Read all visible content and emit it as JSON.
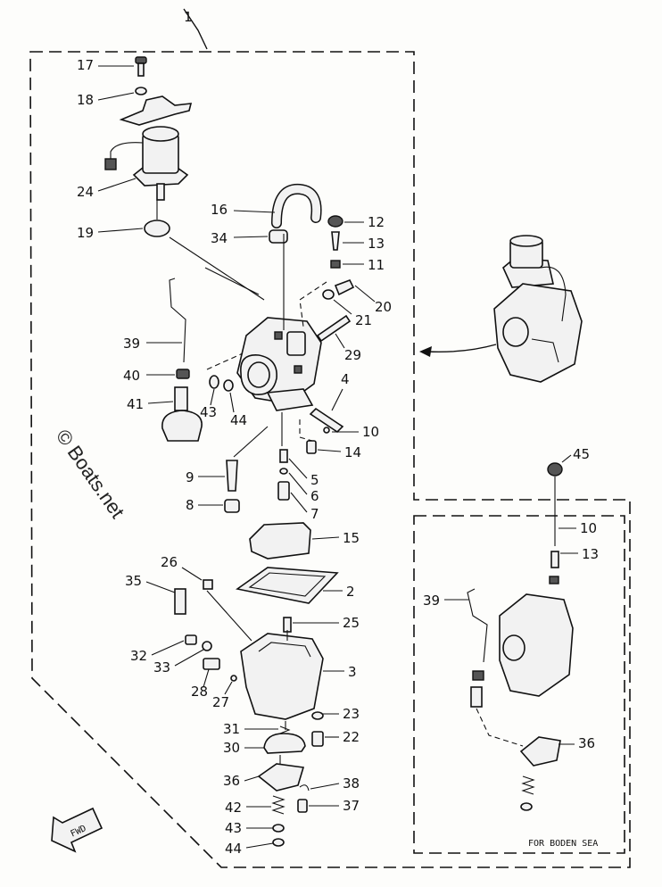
{
  "assembly_number": "1",
  "watermark": "© Boats.net",
  "inset_caption": "FOR BODEN SEA",
  "fwd_label": "FWD",
  "callouts": [
    {
      "id": "17",
      "label": "17"
    },
    {
      "id": "18",
      "label": "18"
    },
    {
      "id": "24",
      "label": "24"
    },
    {
      "id": "19",
      "label": "19"
    },
    {
      "id": "16",
      "label": "16"
    },
    {
      "id": "34",
      "label": "34"
    },
    {
      "id": "12",
      "label": "12"
    },
    {
      "id": "13",
      "label": "13"
    },
    {
      "id": "11",
      "label": "11"
    },
    {
      "id": "20",
      "label": "20"
    },
    {
      "id": "21",
      "label": "21"
    },
    {
      "id": "29",
      "label": "29"
    },
    {
      "id": "39",
      "label": "39"
    },
    {
      "id": "40",
      "label": "40"
    },
    {
      "id": "41",
      "label": "41"
    },
    {
      "id": "43",
      "label": "43"
    },
    {
      "id": "44",
      "label": "44"
    },
    {
      "id": "4",
      "label": "4"
    },
    {
      "id": "10",
      "label": "10"
    },
    {
      "id": "14",
      "label": "14"
    },
    {
      "id": "9",
      "label": "9"
    },
    {
      "id": "5",
      "label": "5"
    },
    {
      "id": "6",
      "label": "6"
    },
    {
      "id": "8",
      "label": "8"
    },
    {
      "id": "7",
      "label": "7"
    },
    {
      "id": "15",
      "label": "15"
    },
    {
      "id": "26",
      "label": "26"
    },
    {
      "id": "35",
      "label": "35"
    },
    {
      "id": "2",
      "label": "2"
    },
    {
      "id": "25",
      "label": "25"
    },
    {
      "id": "32",
      "label": "32"
    },
    {
      "id": "33",
      "label": "33"
    },
    {
      "id": "3",
      "label": "3"
    },
    {
      "id": "28",
      "label": "28"
    },
    {
      "id": "27",
      "label": "27"
    },
    {
      "id": "23",
      "label": "23"
    },
    {
      "id": "31",
      "label": "31"
    },
    {
      "id": "30",
      "label": "30"
    },
    {
      "id": "22",
      "label": "22"
    },
    {
      "id": "36",
      "label": "36"
    },
    {
      "id": "38",
      "label": "38"
    },
    {
      "id": "42",
      "label": "42"
    },
    {
      "id": "37",
      "label": "37"
    },
    {
      "id": "43b",
      "label": "43"
    },
    {
      "id": "44b",
      "label": "44"
    },
    {
      "id": "45",
      "label": "45"
    },
    {
      "id": "10b",
      "label": "10"
    },
    {
      "id": "13b",
      "label": "13"
    },
    {
      "id": "39b",
      "label": "39"
    },
    {
      "id": "36b",
      "label": "36"
    }
  ]
}
